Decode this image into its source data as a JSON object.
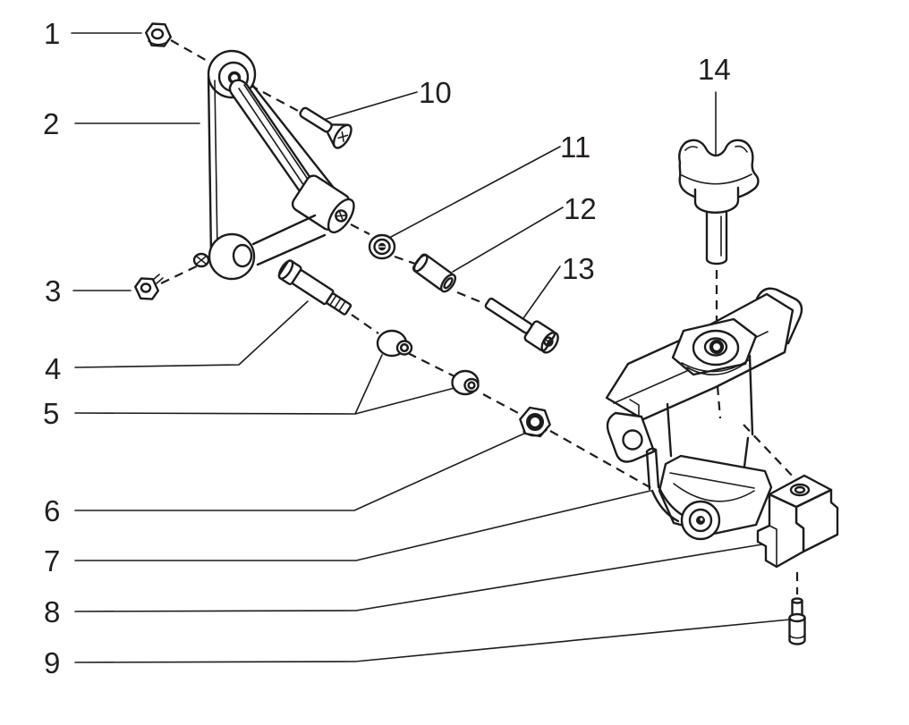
{
  "diagram": {
    "type": "exploded-parts-diagram",
    "callouts": [
      {
        "number": "1",
        "part": "flange-lock-nut"
      },
      {
        "number": "2",
        "part": "pivot-bracket"
      },
      {
        "number": "3",
        "part": "flange-screw"
      },
      {
        "number": "4",
        "part": "shoulder-bolt"
      },
      {
        "number": "5",
        "part": "bushing-pair"
      },
      {
        "number": "6",
        "part": "lock-nut"
      },
      {
        "number": "7",
        "part": "pivot-arm-assembly"
      },
      {
        "number": "8",
        "part": "clamp-block"
      },
      {
        "number": "9",
        "part": "set-screw"
      },
      {
        "number": "10",
        "part": "flat-head-screw"
      },
      {
        "number": "11",
        "part": "flange-nut"
      },
      {
        "number": "12",
        "part": "spacer-sleeve"
      },
      {
        "number": "13",
        "part": "socket-head-screw"
      },
      {
        "number": "14",
        "part": "star-knob"
      }
    ]
  },
  "colors": {
    "background": "#ffffff",
    "line": "#1c1c1c",
    "label": "#231f20"
  }
}
